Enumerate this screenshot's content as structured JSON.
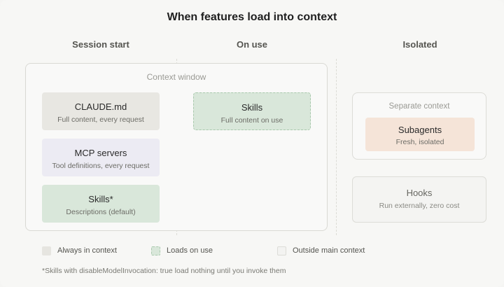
{
  "title": "When features load into context",
  "columns": {
    "session_start": "Session start",
    "on_use": "On use",
    "isolated": "Isolated"
  },
  "context_window": {
    "label": "Context window",
    "cards": {
      "claude_md": {
        "name": "CLAUDE.md",
        "desc": "Full content, every request"
      },
      "mcp_servers": {
        "name": "MCP servers",
        "desc": "Tool definitions, every request"
      },
      "skills_desc": {
        "name": "Skills*",
        "desc": "Descriptions (default)"
      },
      "skills_full": {
        "name": "Skills",
        "desc": "Full content on use"
      }
    }
  },
  "separate_context": {
    "label": "Separate context",
    "subagents": {
      "name": "Subagents",
      "desc": "Fresh, isolated"
    }
  },
  "hooks": {
    "name": "Hooks",
    "desc": "Run externally, zero cost"
  },
  "legend": {
    "always": "Always in context",
    "on_use": "Loads on use",
    "outside": "Outside main context"
  },
  "footnote": "*Skills with disableModelInvocation: true load nothing until you invoke them",
  "colors": {
    "always": "#e6e5e0",
    "on_use": "#d9e7da",
    "mcp": "#ecebf3",
    "subagents": "#f5e4d8",
    "outside": "#f3f3f1"
  }
}
